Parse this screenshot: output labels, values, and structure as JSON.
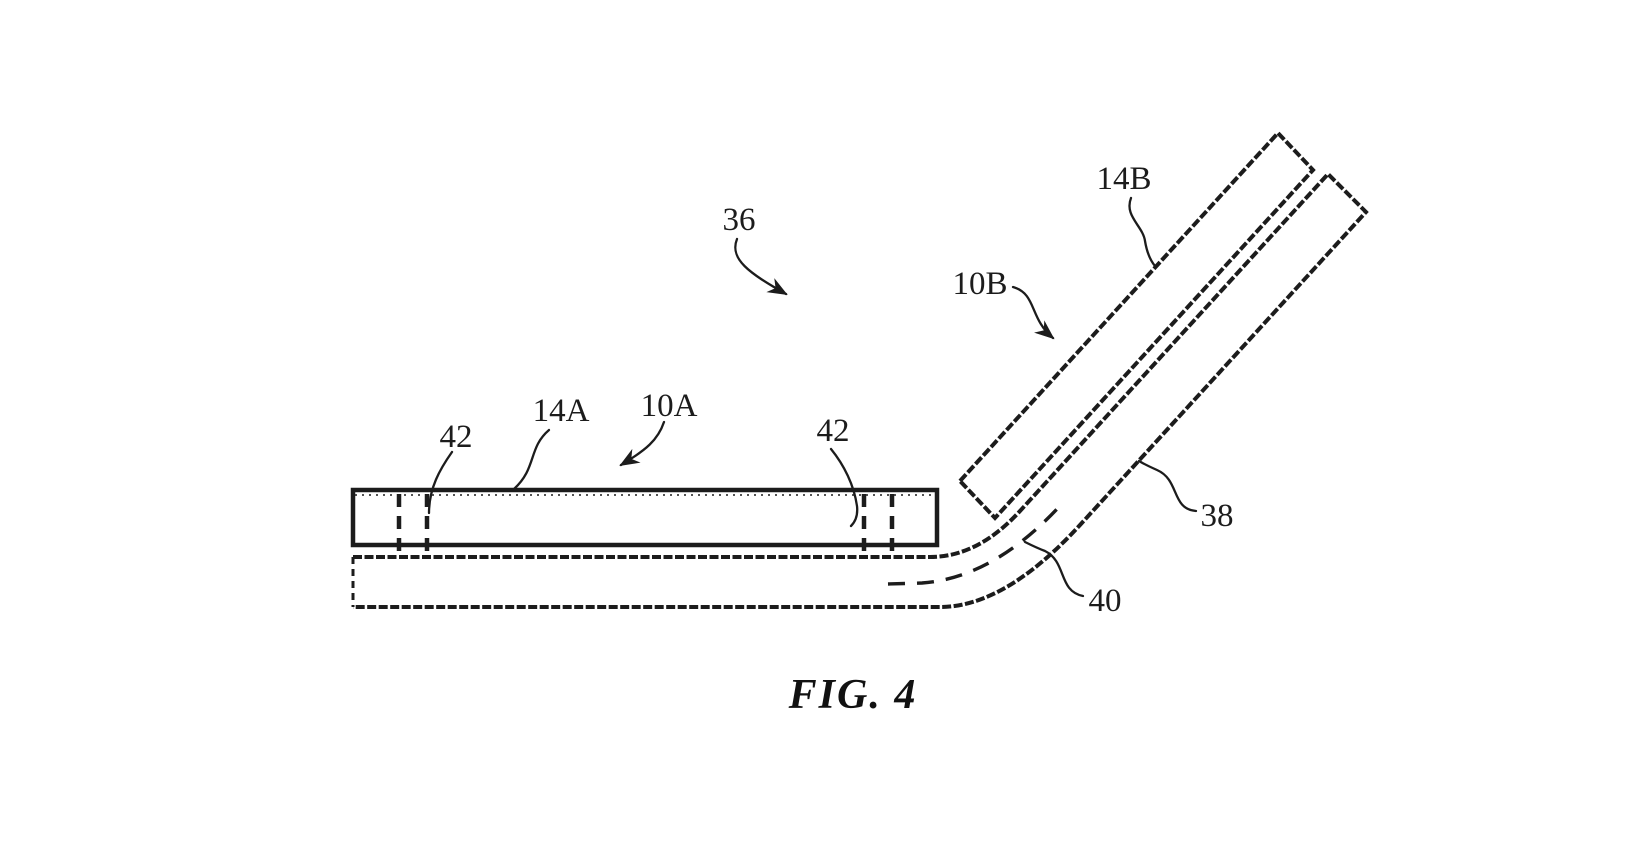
{
  "figure": {
    "caption": "FIG. 4",
    "ink_color": "#1c1c1c",
    "background_color": "#ffffff",
    "reference_labels": {
      "r36": "36",
      "r14b": "14B",
      "r10b": "10B",
      "r14a": "14A",
      "r10a": "10A",
      "r42_left": "42",
      "r42_right": "42",
      "r38": "38",
      "r40": "40"
    }
  }
}
